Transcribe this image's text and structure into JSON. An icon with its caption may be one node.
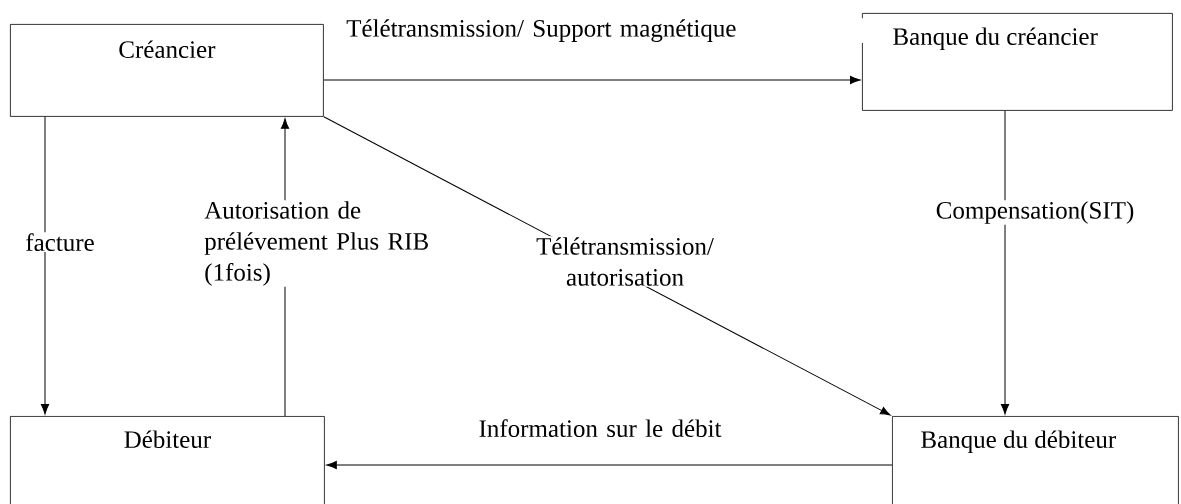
{
  "diagram": {
    "nodes": [
      {
        "text": [
          "Créancier"
        ]
      },
      {
        "text": [
          "Banque du créancier"
        ]
      },
      {
        "text": [
          "Débiteur"
        ]
      },
      {
        "text": [
          "Banque du débiteur"
        ]
      }
    ],
    "edges": [
      {
        "from": 0,
        "to": 1,
        "arrow": "to",
        "label": "Télétransmission/ Support magnétique"
      },
      {
        "from": 0,
        "to": 3,
        "arrow": "to",
        "label": "Télétransmission/ autorisation"
      },
      {
        "from": 1,
        "to": 3,
        "arrow": "to",
        "label": "Compensation(SIT)"
      },
      {
        "from": 0,
        "to": 2,
        "arrow": "to",
        "label": "facture"
      },
      {
        "from": 2,
        "to": 0,
        "arrow": "to",
        "label": "Autorisation de prélévement Plus RIB (1fois)"
      },
      {
        "from": 3,
        "to": 2,
        "arrow": "to",
        "label": "Information sur le débit"
      }
    ]
  }
}
